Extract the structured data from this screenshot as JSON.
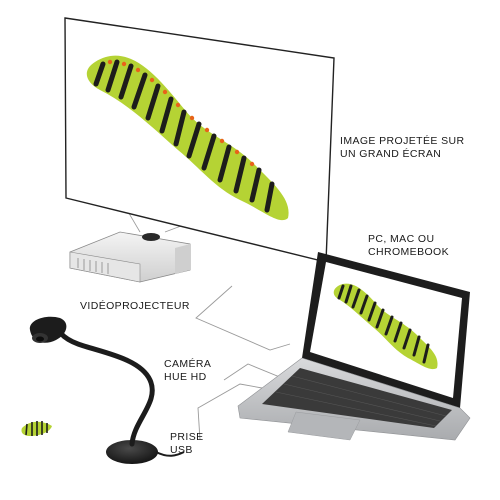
{
  "labels": {
    "screen": [
      "IMAGE PROJETÉE SUR",
      "UN GRAND ÉCRAN"
    ],
    "laptop": [
      "PC, MAC OU",
      "CHROMEBOOK"
    ],
    "projector": [
      "VIDÉOPROJECTEUR"
    ],
    "camera": [
      "CAMÉRA",
      "HUE HD"
    ],
    "usb": [
      "PRISE",
      "USB"
    ]
  },
  "colors": {
    "caterpillar_green": "#b5d334",
    "caterpillar_stripe": "#1d1d1b",
    "caterpillar_spot": "#e8631a",
    "laptop_body": "#c7c9cc",
    "camera_body": "#1c1c1c"
  }
}
